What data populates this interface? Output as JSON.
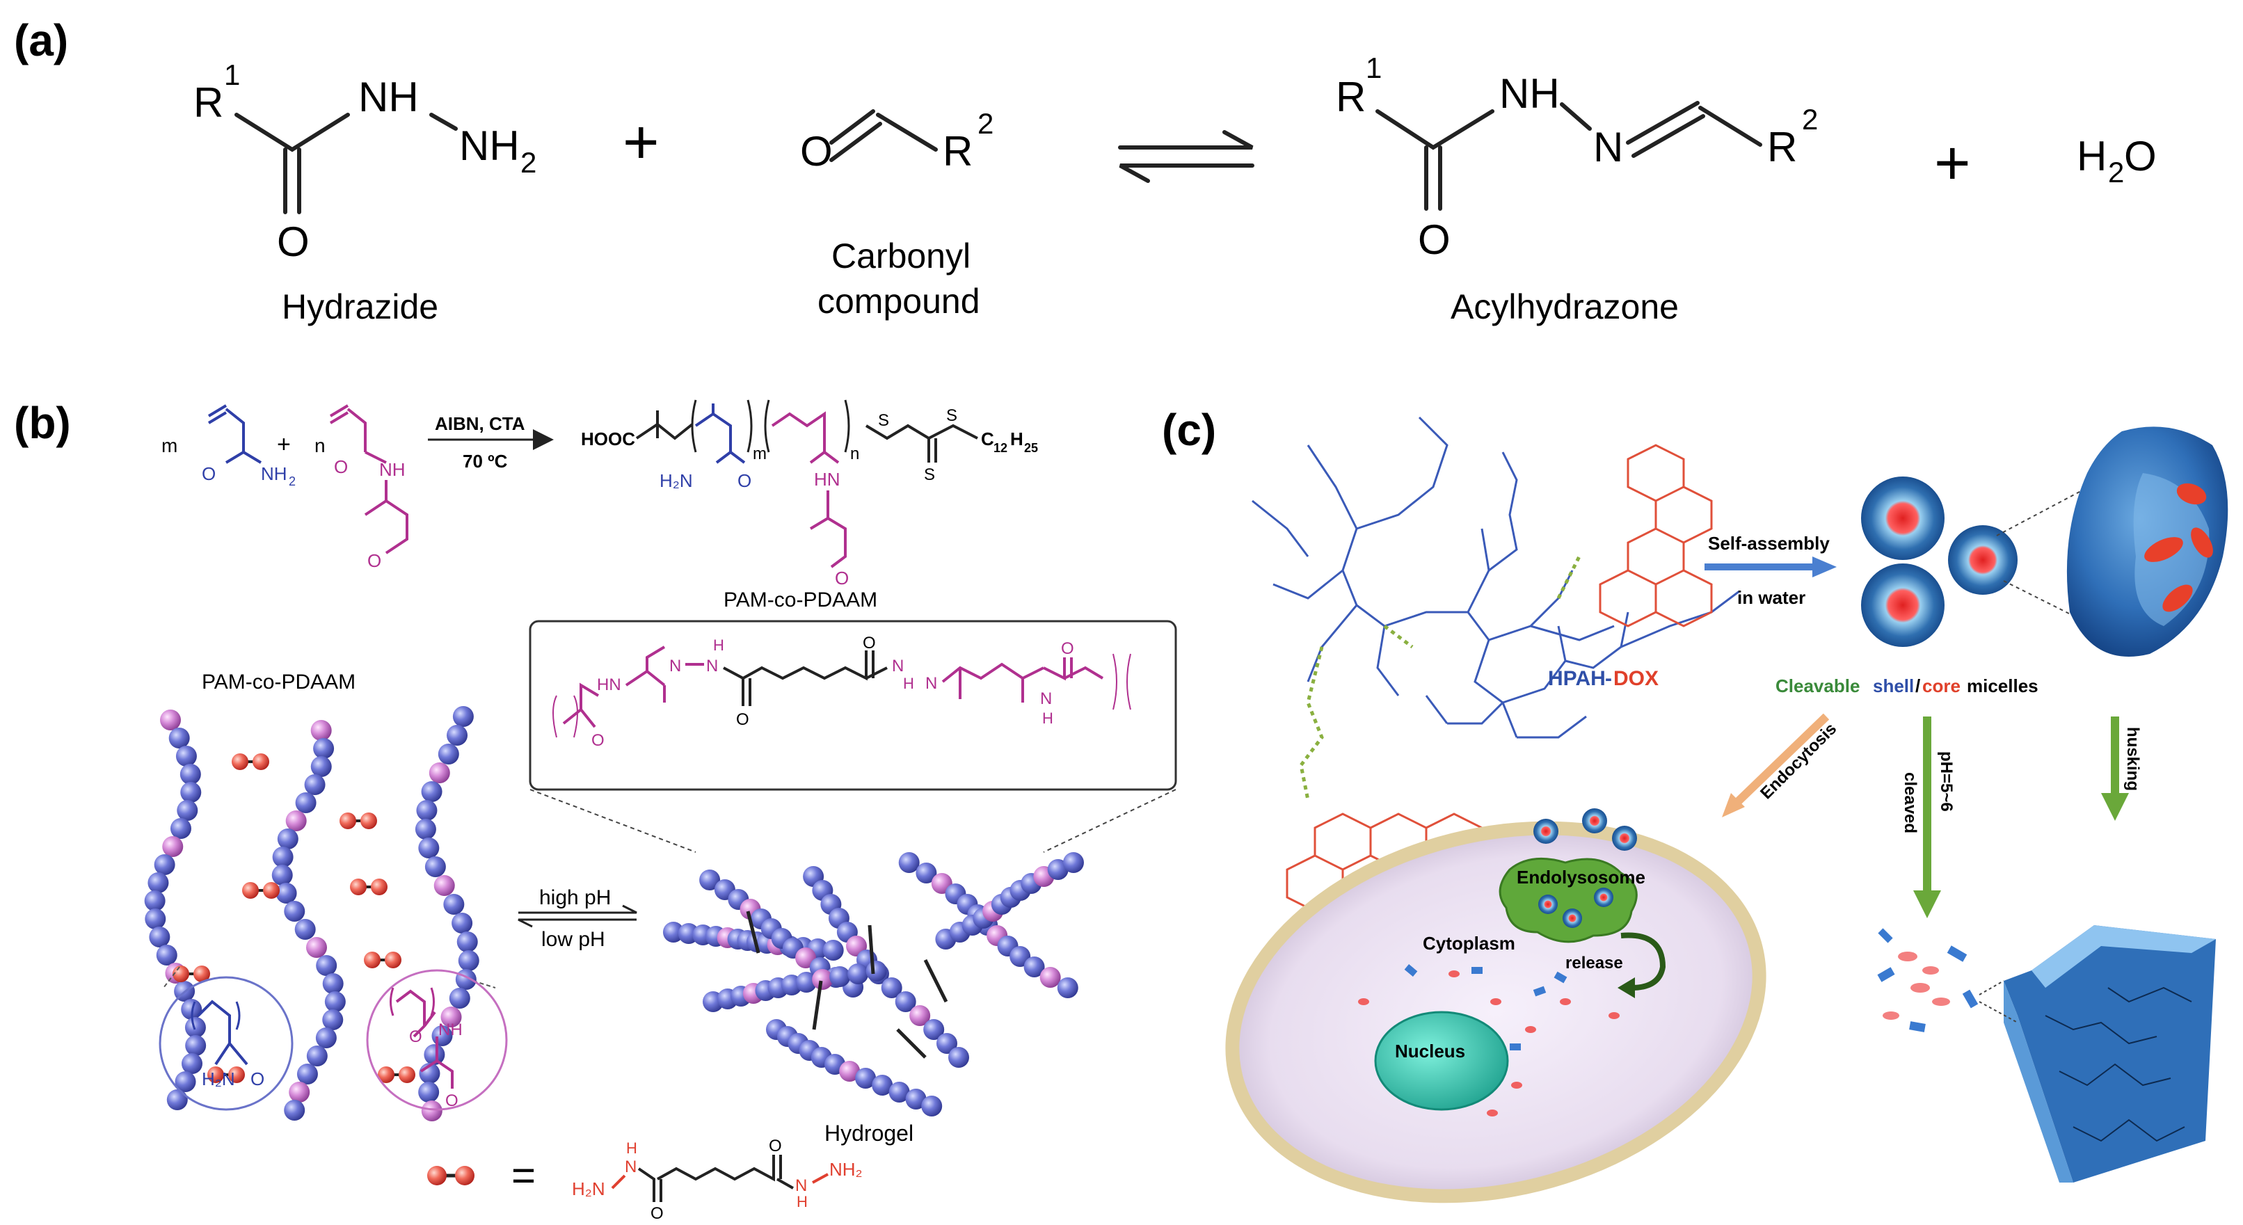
{
  "panels": {
    "a": {
      "label": "(a)",
      "hydrazide": {
        "r1": "R",
        "r1_sup": "1",
        "nh": "NH",
        "nh2": "NH",
        "nh2_sub": "2",
        "o": "O",
        "name": "Hydrazide"
      },
      "plus1": "+",
      "carbonyl": {
        "o": "O",
        "r2": "R",
        "r2_sup": "2",
        "name_line1": "Carbonyl",
        "name_line2": "compound"
      },
      "acylhydrazone": {
        "r1": "R",
        "r1_sup": "1",
        "nh": "NH",
        "n": "N",
        "o": "O",
        "r2": "R",
        "r2_sup": "2",
        "name": "Acylhydrazone"
      },
      "plus2": "+",
      "water": {
        "h": "H",
        "sub": "2",
        "o": "O"
      }
    },
    "b": {
      "label": "(b)",
      "monomer1": {
        "m": "m",
        "o": "O",
        "nh2": "NH",
        "nh2_sub": "2"
      },
      "plus": "+",
      "monomer2": {
        "n": "n",
        "o": "O",
        "nh": "NH",
        "o2": "O"
      },
      "conditions_top": "AIBN, CTA",
      "conditions_bottom": "70 ºC",
      "polymer": {
        "hooc": "HOOC",
        "m": "m",
        "n": "n",
        "h2n": "H₂N",
        "o": "O",
        "hn": "HN",
        "o2": "O",
        "s1": "S",
        "s2": "S",
        "s3": "S",
        "c12": "C",
        "c12_sub": "12",
        "c12_h": "H",
        "c12_hsub": "25"
      },
      "polymer_name": "PAM-co-PDAAM",
      "chains_label": "PAM-co-PDAAM",
      "crosslink": {
        "hn1": "HN",
        "n1": "N",
        "n2": "N",
        "h1": "H",
        "o1": "O",
        "o2": "O",
        "h2": "H",
        "n3": "N",
        "n4": "N",
        "o3": "O",
        "nh": "N",
        "nh_h": "H",
        "o4": "O"
      },
      "arrow_top": "high pH",
      "arrow_bottom": "low pH",
      "hydrogel_label": "Hydrogel",
      "zoom1": {
        "h2n": "H₂N",
        "o": "O"
      },
      "zoom2": {
        "o": "O",
        "nh": "NH",
        "o2": "O"
      },
      "legend_equals": "=",
      "adh": {
        "h2n": "H₂N",
        "n": "N",
        "h": "H",
        "o1": "O",
        "o2": "O",
        "h2": "H",
        "n2": "N",
        "nh2": "NH₂"
      }
    },
    "c": {
      "label": "(c)",
      "polymer_label_a": "HPAH",
      "polymer_label_b": "-",
      "polymer_label_c": "DOX",
      "arrow_top": "Self-assembly",
      "arrow_bottom": "in water",
      "micelle_a": "Cleavable",
      "micelle_b": "shell",
      "micelle_c": "/",
      "micelle_d": "core",
      "micelle_e": "micelles",
      "endocytosis": "Endocytosis",
      "cleaved": "cleaved",
      "ph": "pH=5~6",
      "husking": "husking",
      "endolysosome": "Endolysosome",
      "cytoplasm": "Cytoplasm",
      "release": "release",
      "nucleus": "Nucleus"
    }
  },
  "colors": {
    "blue_polymer": "#2f3fa8",
    "magenta_polymer": "#b0308f",
    "red_crosslinker": "#e04030",
    "green_arrow": "#6aa83a",
    "blue_arrow": "#4a7fd0",
    "orange_arrow": "#f0b07a",
    "nucleus": "#33c7b2",
    "endolysosome": "#5fa83a"
  }
}
